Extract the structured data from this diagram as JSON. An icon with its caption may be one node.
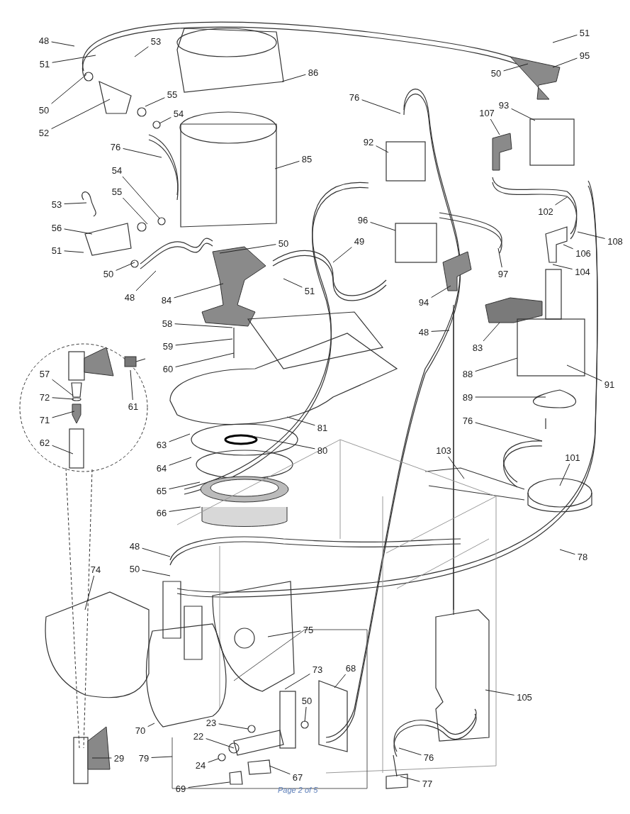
{
  "diagram": {
    "nodes": [
      {
        "text": [
          "48"
        ]
      },
      {
        "text": [
          "51"
        ]
      },
      {
        "text": [
          "53"
        ]
      },
      {
        "text": [
          "50"
        ]
      },
      {
        "text": [
          "52"
        ]
      },
      {
        "text": [
          "55"
        ]
      },
      {
        "text": [
          "54"
        ]
      },
      {
        "text": [
          "86"
        ]
      },
      {
        "text": [
          "76"
        ]
      },
      {
        "text": [
          "85"
        ]
      },
      {
        "text": [
          "54"
        ]
      },
      {
        "text": [
          "55"
        ]
      },
      {
        "text": [
          "53"
        ]
      },
      {
        "text": [
          "56"
        ]
      },
      {
        "text": [
          "51"
        ]
      },
      {
        "text": [
          "50"
        ]
      },
      {
        "text": [
          "50"
        ]
      },
      {
        "text": [
          "48"
        ]
      },
      {
        "text": [
          "84"
        ]
      },
      {
        "text": [
          "51"
        ]
      },
      {
        "text": [
          "58"
        ]
      },
      {
        "text": [
          "59"
        ]
      },
      {
        "text": [
          "60"
        ]
      },
      {
        "text": [
          "57"
        ]
      },
      {
        "text": [
          "72"
        ]
      },
      {
        "text": [
          "71"
        ]
      },
      {
        "text": [
          "62"
        ]
      },
      {
        "text": [
          "61"
        ]
      },
      {
        "text": [
          "63"
        ]
      },
      {
        "text": [
          "64"
        ]
      },
      {
        "text": [
          "65"
        ]
      },
      {
        "text": [
          "66"
        ]
      },
      {
        "text": [
          "81"
        ]
      },
      {
        "text": [
          "80"
        ]
      },
      {
        "text": [
          "48"
        ]
      },
      {
        "text": [
          "50"
        ]
      },
      {
        "text": [
          "74"
        ]
      },
      {
        "text": [
          "75"
        ]
      },
      {
        "text": [
          "70"
        ]
      },
      {
        "text": [
          "29"
        ]
      },
      {
        "text": [
          "79"
        ]
      },
      {
        "text": [
          "73"
        ]
      },
      {
        "text": [
          "68"
        ]
      },
      {
        "text": [
          "23"
        ]
      },
      {
        "text": [
          "50"
        ]
      },
      {
        "text": [
          "22"
        ]
      },
      {
        "text": [
          "24"
        ]
      },
      {
        "text": [
          "69"
        ]
      },
      {
        "text": [
          "67"
        ]
      },
      {
        "text": [
          "51"
        ]
      },
      {
        "text": [
          "95"
        ]
      },
      {
        "text": [
          "50"
        ]
      },
      {
        "text": [
          "76"
        ]
      },
      {
        "text": [
          "93"
        ]
      },
      {
        "text": [
          "107"
        ]
      },
      {
        "text": [
          "92"
        ]
      },
      {
        "text": [
          "96"
        ]
      },
      {
        "text": [
          "49"
        ]
      },
      {
        "text": [
          "102"
        ]
      },
      {
        "text": [
          "108"
        ]
      },
      {
        "text": [
          "106"
        ]
      },
      {
        "text": [
          "104"
        ]
      },
      {
        "text": [
          "97"
        ]
      },
      {
        "text": [
          "94"
        ]
      },
      {
        "text": [
          "48"
        ]
      },
      {
        "text": [
          "83"
        ]
      },
      {
        "text": [
          "88"
        ]
      },
      {
        "text": [
          "91"
        ]
      },
      {
        "text": [
          "89"
        ]
      },
      {
        "text": [
          "76"
        ]
      },
      {
        "text": [
          "103"
        ]
      },
      {
        "text": [
          "101"
        ]
      },
      {
        "text": [
          "78"
        ]
      },
      {
        "text": [
          "105"
        ]
      },
      {
        "text": [
          "76"
        ]
      },
      {
        "text": [
          "77"
        ]
      }
    ],
    "edges": [
      {
        "from": 0,
        "to": null,
        "arrow": "none"
      },
      {
        "from": 1,
        "to": null,
        "arrow": "none"
      },
      {
        "from": 2,
        "to": null,
        "arrow": "none"
      },
      {
        "from": 3,
        "to": null,
        "arrow": "none"
      },
      {
        "from": 4,
        "to": null,
        "arrow": "none"
      },
      {
        "from": 5,
        "to": null,
        "arrow": "none"
      },
      {
        "from": 6,
        "to": null,
        "arrow": "none"
      },
      {
        "from": 7,
        "to": null,
        "arrow": "none"
      },
      {
        "from": 8,
        "to": null,
        "arrow": "none"
      },
      {
        "from": 9,
        "to": null,
        "arrow": "none"
      },
      {
        "from": 10,
        "to": null,
        "arrow": "none"
      },
      {
        "from": 11,
        "to": null,
        "arrow": "none"
      },
      {
        "from": 12,
        "to": null,
        "arrow": "none"
      },
      {
        "from": 13,
        "to": null,
        "arrow": "none"
      },
      {
        "from": 14,
        "to": null,
        "arrow": "none"
      },
      {
        "from": 15,
        "to": null,
        "arrow": "none"
      },
      {
        "from": 16,
        "to": null,
        "arrow": "none"
      },
      {
        "from": 17,
        "to": null,
        "arrow": "none"
      },
      {
        "from": 18,
        "to": null,
        "arrow": "none"
      },
      {
        "from": 19,
        "to": null,
        "arrow": "none"
      },
      {
        "from": 20,
        "to": null,
        "arrow": "none"
      },
      {
        "from": 21,
        "to": null,
        "arrow": "none"
      },
      {
        "from": 22,
        "to": null,
        "arrow": "none"
      },
      {
        "from": 23,
        "to": null,
        "arrow": "none"
      },
      {
        "from": 24,
        "to": null,
        "arrow": "none"
      },
      {
        "from": 25,
        "to": null,
        "arrow": "none"
      },
      {
        "from": 26,
        "to": null,
        "arrow": "none"
      },
      {
        "from": 27,
        "to": null,
        "arrow": "none"
      },
      {
        "from": 28,
        "to": null,
        "arrow": "none"
      },
      {
        "from": 29,
        "to": null,
        "arrow": "none"
      },
      {
        "from": 30,
        "to": null,
        "arrow": "none"
      },
      {
        "from": 31,
        "to": null,
        "arrow": "none"
      },
      {
        "from": 32,
        "to": null,
        "arrow": "none"
      },
      {
        "from": 33,
        "to": null,
        "arrow": "none"
      },
      {
        "from": 34,
        "to": null,
        "arrow": "none"
      },
      {
        "from": 35,
        "to": null,
        "arrow": "none"
      },
      {
        "from": 36,
        "to": null,
        "arrow": "none"
      },
      {
        "from": 37,
        "to": null,
        "arrow": "none"
      },
      {
        "from": 38,
        "to": null,
        "arrow": "none"
      },
      {
        "from": 39,
        "to": null,
        "arrow": "none"
      },
      {
        "from": 40,
        "to": null,
        "arrow": "none"
      },
      {
        "from": 41,
        "to": null,
        "arrow": "none"
      },
      {
        "from": 42,
        "to": null,
        "arrow": "none"
      },
      {
        "from": 43,
        "to": null,
        "arrow": "none"
      },
      {
        "from": 44,
        "to": null,
        "arrow": "none"
      },
      {
        "from": 45,
        "to": null,
        "arrow": "none"
      },
      {
        "from": 46,
        "to": null,
        "arrow": "none"
      },
      {
        "from": 47,
        "to": null,
        "arrow": "none"
      },
      {
        "from": 48,
        "to": null,
        "arrow": "none"
      },
      {
        "from": 49,
        "to": null,
        "arrow": "none"
      },
      {
        "from": 50,
        "to": null,
        "arrow": "none"
      },
      {
        "from": 51,
        "to": null,
        "arrow": "none"
      },
      {
        "from": 52,
        "to": null,
        "arrow": "none"
      },
      {
        "from": 53,
        "to": null,
        "arrow": "none"
      },
      {
        "from": 54,
        "to": null,
        "arrow": "none"
      },
      {
        "from": 55,
        "to": null,
        "arrow": "none"
      },
      {
        "from": 56,
        "to": null,
        "arrow": "none"
      },
      {
        "from": 57,
        "to": null,
        "arrow": "none"
      },
      {
        "from": 58,
        "to": null,
        "arrow": "none"
      },
      {
        "from": 59,
        "to": null,
        "arrow": "none"
      },
      {
        "from": 60,
        "to": null,
        "arrow": "none"
      },
      {
        "from": 61,
        "to": null,
        "arrow": "none"
      },
      {
        "from": 62,
        "to": null,
        "arrow": "none"
      },
      {
        "from": 63,
        "to": null,
        "arrow": "none"
      },
      {
        "from": 64,
        "to": null,
        "arrow": "none"
      },
      {
        "from": 65,
        "to": null,
        "arrow": "none"
      },
      {
        "from": 66,
        "to": null,
        "arrow": "none"
      },
      {
        "from": 67,
        "to": null,
        "arrow": "none"
      },
      {
        "from": 68,
        "to": null,
        "arrow": "none"
      },
      {
        "from": 69,
        "to": null,
        "arrow": "none"
      },
      {
        "from": 70,
        "to": null,
        "arrow": "none"
      },
      {
        "from": 71,
        "to": null,
        "arrow": "none"
      },
      {
        "from": 72,
        "to": null,
        "arrow": "none"
      },
      {
        "from": 73,
        "to": null,
        "arrow": "none"
      },
      {
        "from": 74,
        "to": null,
        "arrow": "none"
      },
      {
        "from": 75,
        "to": null,
        "arrow": "none"
      }
    ],
    "labels": [
      "Page 2 of 5"
    ]
  }
}
